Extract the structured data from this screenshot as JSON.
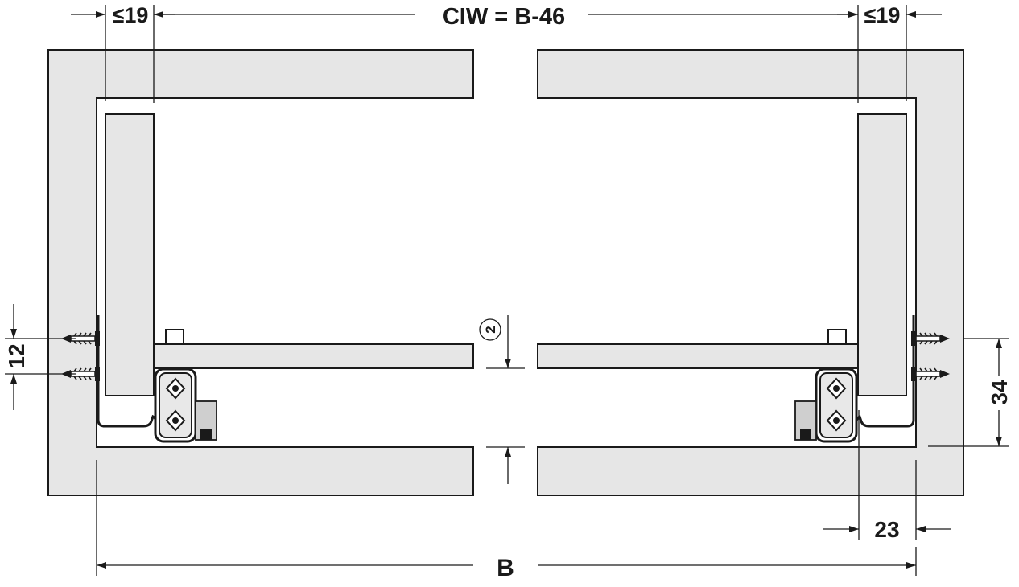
{
  "dimensions": {
    "ciw": "CIW = B-46",
    "side_left": "≤19",
    "side_right": "≤19",
    "screw_spacing": "12",
    "runner_height": "34",
    "gap": "2",
    "runner_offset": "23",
    "width": "B"
  },
  "colors": {
    "panel_fill": "#e6e6e6",
    "line": "#1a1a1a",
    "background": "#ffffff"
  }
}
